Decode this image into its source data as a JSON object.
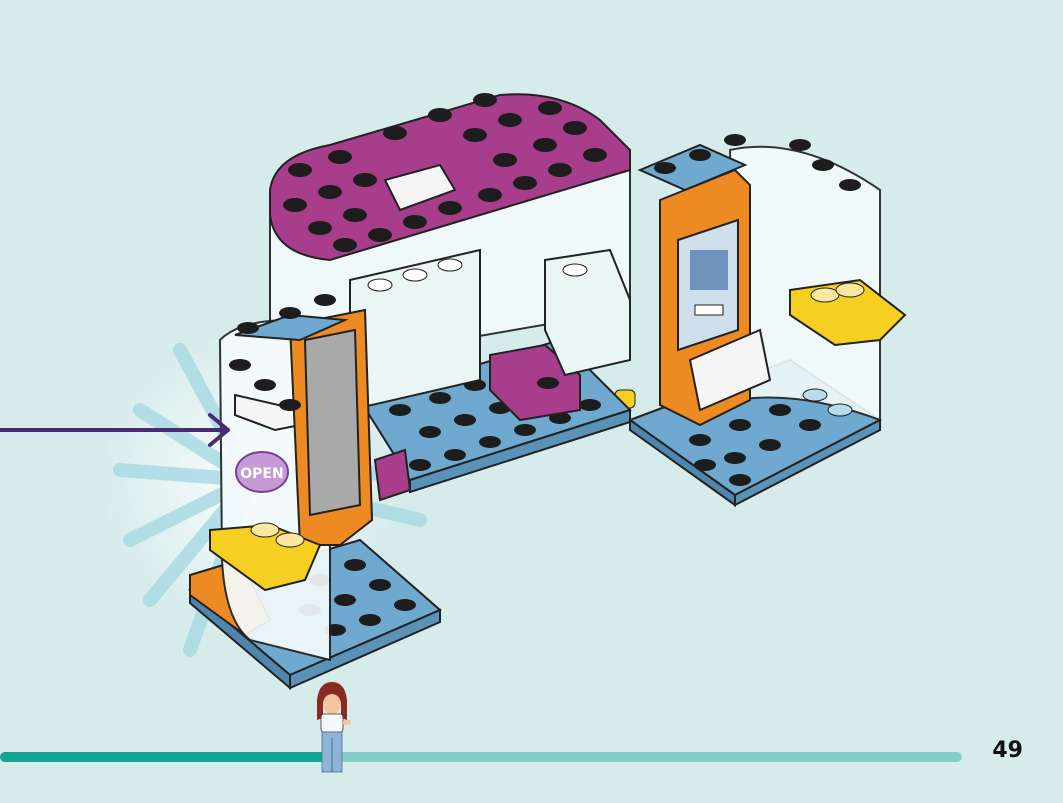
{
  "page": {
    "number": "49"
  },
  "progress": {
    "fraction": 0.345
  },
  "colors": {
    "background": "#d6eceb",
    "progress_track": "#86cfc9",
    "progress_fill": "#13a394",
    "arrow": "#4a2a73",
    "magenta": "#a83d8c",
    "medium_azure": "#6fa9cf",
    "orange": "#ee8a22",
    "yellow": "#f6cf22"
  },
  "scene": {
    "sign_text": "OPEN",
    "callout_arrow": "pointing-right"
  }
}
